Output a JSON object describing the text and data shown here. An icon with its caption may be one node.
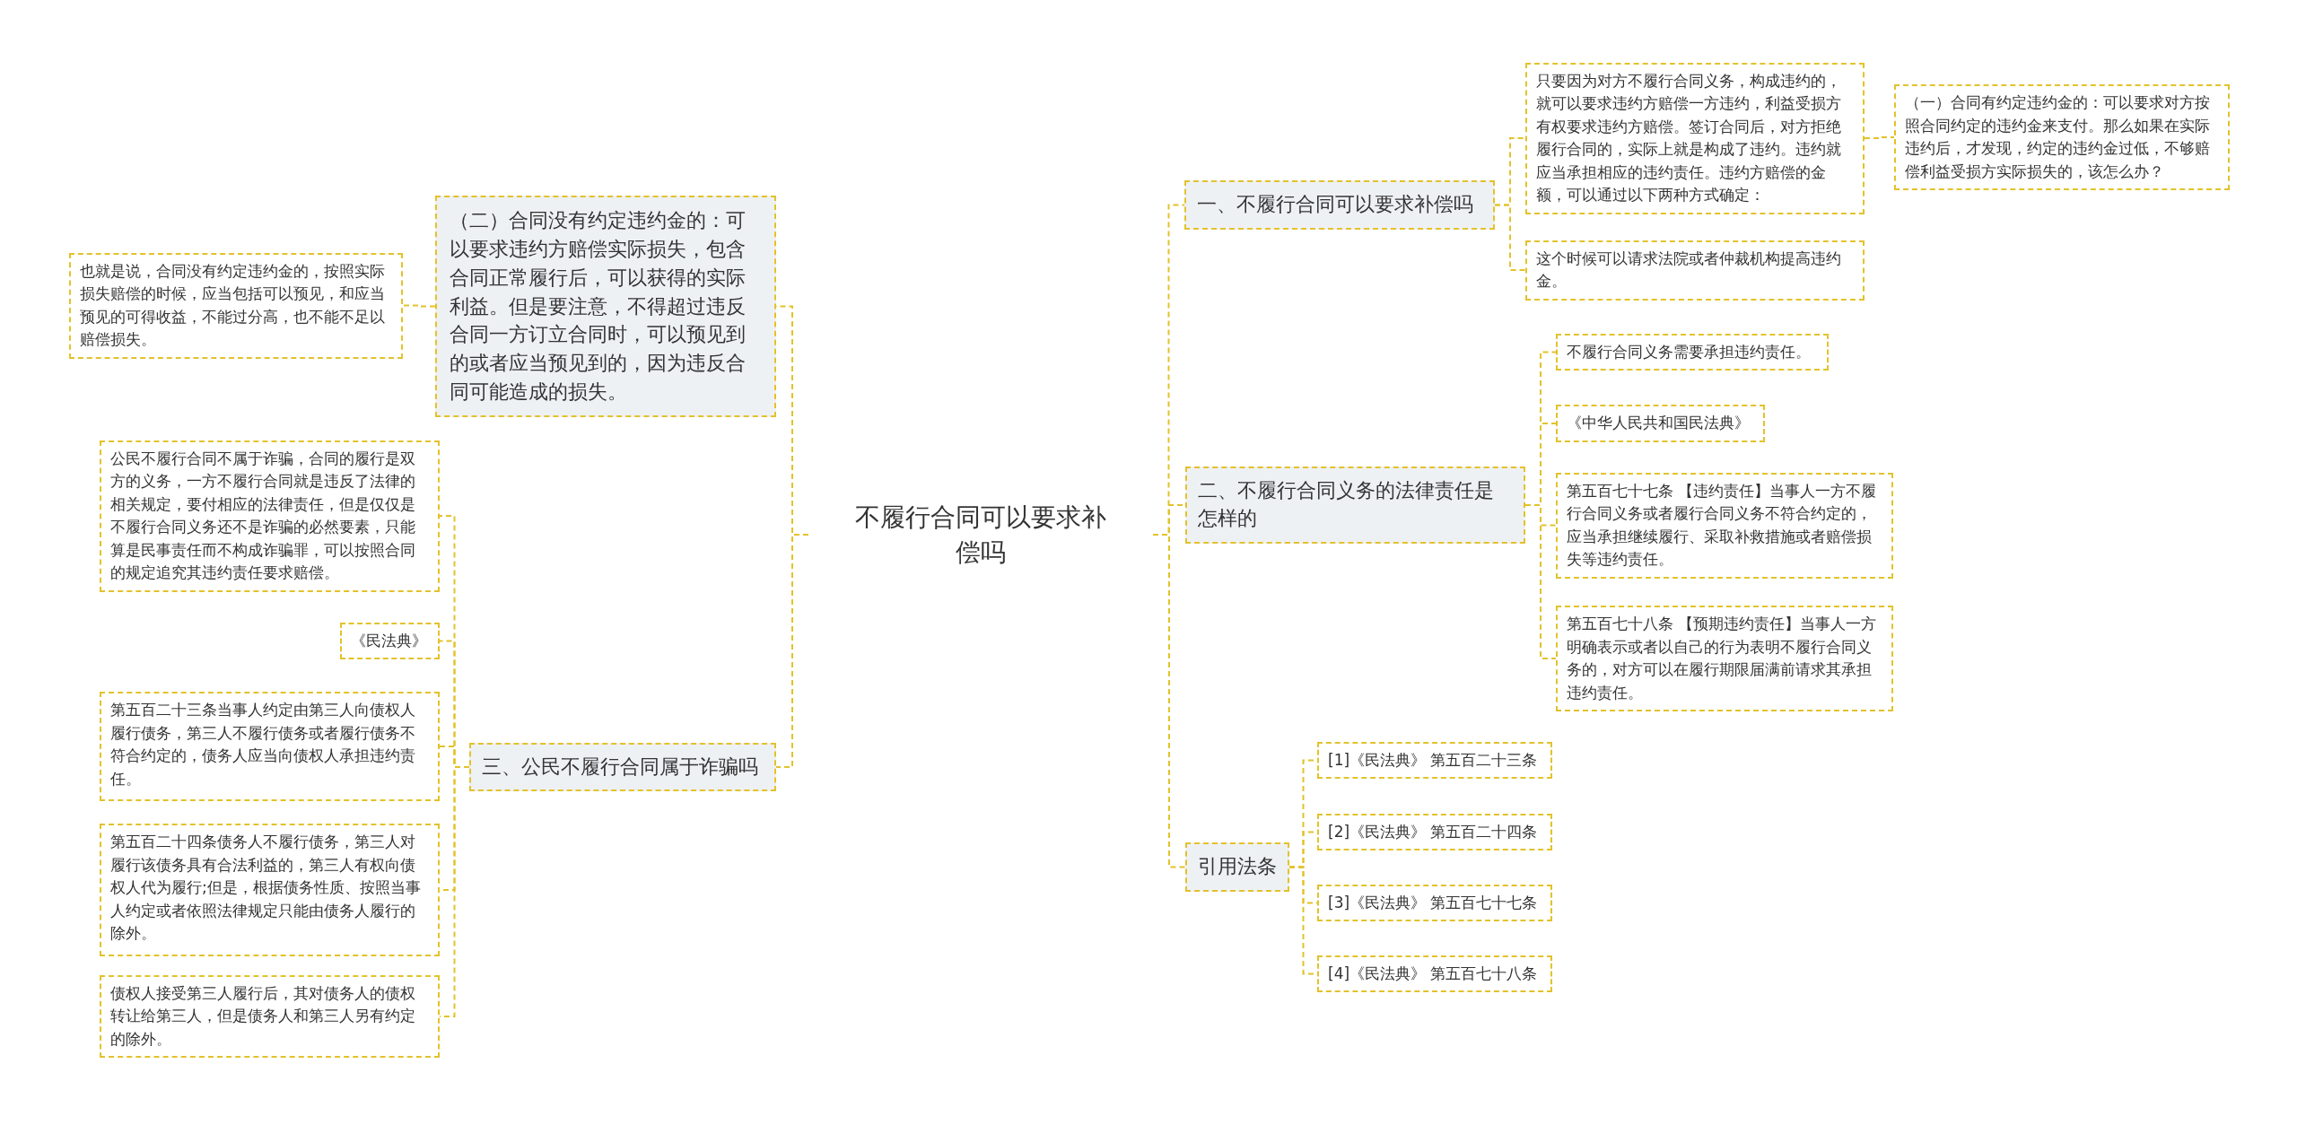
{
  "diagram": {
    "nodes": [
      {
        "text": [
          "不履行合同可以要求补偿吗"
        ]
      },
      {
        "text": [
          "（二）合同没有约定违约金的：可以要求违约方赔偿实际损失，包含合同正常履行后，可以获得的实际利益。但是要注意，不得超过违反合同一方订立合同时，可以预见到的或者应当预见到的，因为违反合同可能造成的损失。"
        ]
      },
      {
        "text": [
          "也就是说，合同没有约定违约金的，按照实际损失赔偿的时候，应当包括可以预见，和应当预见的可得收益，不能过分高，也不能不足以赔偿损失。"
        ]
      },
      {
        "text": [
          "三、公民不履行合同属于诈骗吗"
        ]
      },
      {
        "text": [
          "公民不履行合同不属于诈骗，合同的履行是双方的义务，一方不履行合同就是违反了法律的相关规定，要付相应的法律责任，但是仅仅是不履行合同义务还不是诈骗的必然要素，只能算是民事责任而不构成诈骗罪，可以按照合同的规定追究其违约责任要求赔偿。"
        ]
      },
      {
        "text": [
          "《民法典》"
        ]
      },
      {
        "text": [
          "第五百二十三条当事人约定由第三人向债权人履行债务，第三人不履行债务或者履行债务不符合约定的，债务人应当向债权人承担违约责任。"
        ]
      },
      {
        "text": [
          "第五百二十四条债务人不履行债务，第三人对履行该债务具有合法利益的，第三人有权向债权人代为履行;但是，根据债务性质、按照当事人约定或者依照法律规定只能由债务人履行的除外。"
        ]
      },
      {
        "text": [
          "债权人接受第三人履行后，其对债务人的债权转让给第三人，但是债务人和第三人另有约定的除外。"
        ]
      },
      {
        "text": [
          "一、不履行合同可以要求补偿吗"
        ]
      },
      {
        "text": [
          "只要因为对方不履行合同义务，构成违约的，就可以要求违约方赔偿一方违约，利益受损方有权要求违约方赔偿。签订合同后，对方拒绝履行合同的，实际上就是构成了违约。违约就应当承担相应的违约责任。违约方赔偿的金额，可以通过以下两种方式确定："
        ]
      },
      {
        "text": [
          "（一）合同有约定违约金的：可以要求对方按照合同约定的违约金来支付。那么如果在实际违约后，才发现，约定的违约金过低，不够赔偿利益受损方实际损失的，该怎么办？"
        ]
      },
      {
        "text": [
          "这个时候可以请求法院或者仲裁机构提高违约金。"
        ]
      },
      {
        "text": [
          "二、不履行合同义务的法律责任是怎样的"
        ]
      },
      {
        "text": [
          "不履行合同义务需要承担违约责任。"
        ]
      },
      {
        "text": [
          "《中华人民共和国民法典》"
        ]
      },
      {
        "text": [
          "第五百七十七条 【违约责任】当事人一方不履行合同义务或者履行合同义务不符合约定的，应当承担继续履行、采取补救措施或者赔偿损失等违约责任。"
        ]
      },
      {
        "text": [
          "第五百七十八条 【预期违约责任】当事人一方明确表示或者以自己的行为表明不履行合同义务的，对方可以在履行期限届满前请求其承担违约责任。"
        ]
      },
      {
        "text": [
          "引用法条"
        ]
      },
      {
        "text": [
          "[1]《民法典》 第五百二十三条"
        ]
      },
      {
        "text": [
          "[2]《民法典》 第五百二十四条"
        ]
      },
      {
        "text": [
          "[3]《民法典》 第五百七十七条"
        ]
      },
      {
        "text": [
          "[4]《民法典》 第五百七十八条"
        ]
      }
    ],
    "edges": [
      {
        "from": 0,
        "to": 1,
        "arrow": "none"
      },
      {
        "from": 0,
        "to": 3,
        "arrow": "none"
      },
      {
        "from": 0,
        "to": 9,
        "arrow": "none"
      },
      {
        "from": 0,
        "to": 13,
        "arrow": "none"
      },
      {
        "from": 0,
        "to": 18,
        "arrow": "none"
      },
      {
        "from": 1,
        "to": 2,
        "arrow": "none"
      },
      {
        "from": 3,
        "to": 4,
        "arrow": "none"
      },
      {
        "from": 3,
        "to": 5,
        "arrow": "none"
      },
      {
        "from": 3,
        "to": 6,
        "arrow": "none"
      },
      {
        "from": 3,
        "to": 7,
        "arrow": "none"
      },
      {
        "from": 3,
        "to": 8,
        "arrow": "none"
      },
      {
        "from": 9,
        "to": 10,
        "arrow": "none"
      },
      {
        "from": 9,
        "to": 12,
        "arrow": "none"
      },
      {
        "from": 10,
        "to": 11,
        "arrow": "none"
      },
      {
        "from": 13,
        "to": 14,
        "arrow": "none"
      },
      {
        "from": 13,
        "to": 15,
        "arrow": "none"
      },
      {
        "from": 13,
        "to": 16,
        "arrow": "none"
      },
      {
        "from": 13,
        "to": 17,
        "arrow": "none"
      },
      {
        "from": 18,
        "to": 19,
        "arrow": "none"
      },
      {
        "from": 18,
        "to": 20,
        "arrow": "none"
      },
      {
        "from": 18,
        "to": 21,
        "arrow": "none"
      },
      {
        "from": 18,
        "to": 22,
        "arrow": "none"
      }
    ]
  }
}
